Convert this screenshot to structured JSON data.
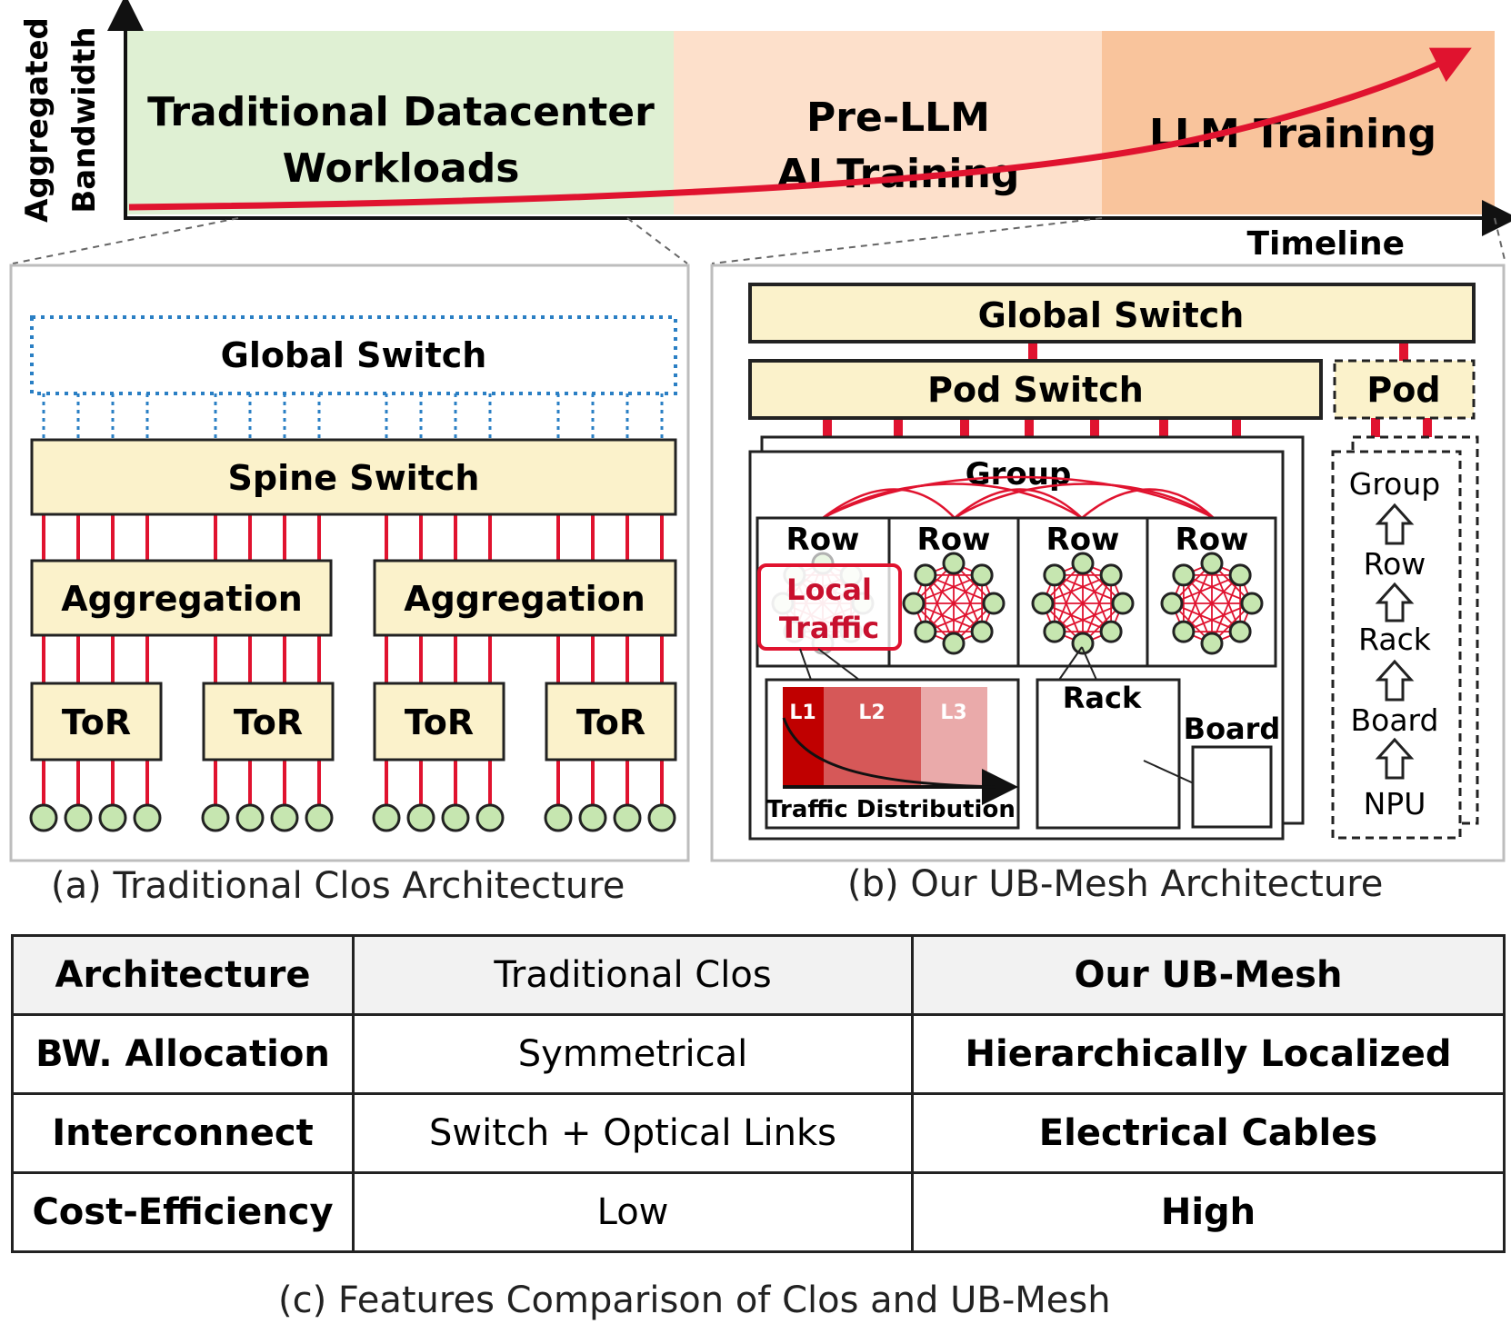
{
  "timeline": {
    "y_axis_label_line1": "Aggregated",
    "y_axis_label_line2": "Bandwidth",
    "x_axis_label": "Timeline",
    "era1_line1": "Traditional Datacenter",
    "era1_line2": "Workloads",
    "era2_line1": "Pre-LLM",
    "era2_line2": "AI Training",
    "era3": "LLM Training",
    "colors": {
      "era1": "#dff0d3",
      "era2": "#fde0cb",
      "era3": "#f9c49c",
      "curve": "#e0132f"
    }
  },
  "clos": {
    "global_switch": "Global Switch",
    "spine_switch": "Spine Switch",
    "aggregation": [
      "Aggregation",
      "Aggregation"
    ],
    "tor": [
      "ToR",
      "ToR",
      "ToR",
      "ToR"
    ],
    "colors": {
      "switch_fill": "#fbf2cb",
      "link": "#e0132f",
      "dotted": "#2a7fc4",
      "node": "#c6e6b0"
    }
  },
  "ubmesh": {
    "global_switch": "Global Switch",
    "pod_switch": "Pod Switch",
    "pod": "Pod",
    "group": "Group",
    "rows": [
      "Row",
      "Row",
      "Row",
      "Row"
    ],
    "local_traffic_line1": "Local",
    "local_traffic_line2": "Traffic",
    "levels": [
      "L1",
      "L2",
      "L3"
    ],
    "traffic_distribution": "Traffic Distribution",
    "rack": "Rack",
    "board": "Board",
    "hierarchy": [
      "Group",
      "Row",
      "Rack",
      "Board",
      "NPU"
    ]
  },
  "captions": {
    "a": "(a) Traditional Clos Architecture",
    "b": "(b) Our UB-Mesh Architecture",
    "c": "(c) Features Comparison of Clos and UB-Mesh"
  },
  "comparison": {
    "rows": [
      [
        "Architecture",
        "Traditional Clos",
        "Our UB-Mesh"
      ],
      [
        "BW. Allocation",
        "Symmetrical",
        "Hierarchically Localized"
      ],
      [
        "Interconnect",
        "Switch + Optical Links",
        "Electrical Cables"
      ],
      [
        "Cost-Efficiency",
        "Low",
        "High"
      ]
    ]
  }
}
